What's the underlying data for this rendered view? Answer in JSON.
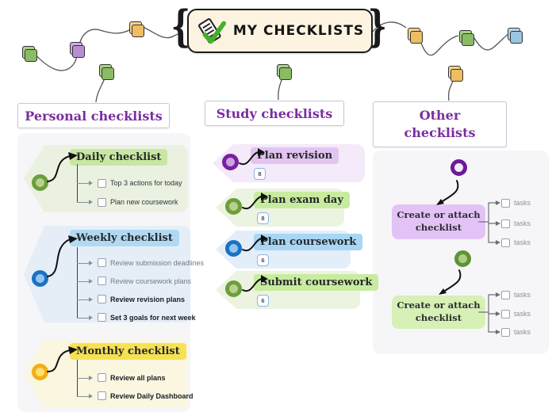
{
  "root": {
    "title": "My checklists",
    "brace_left": "{",
    "brace_right": "}"
  },
  "colors": {
    "header_text": "#7b2da0",
    "node_bg": "#fcf4e1",
    "panel_bg": "#f6f6f8",
    "green_highlight": "#c8e7a2",
    "blue_highlight": "#b2d9f2",
    "yellow_highlight": "#f6e155",
    "purple_highlight": "#e2c4f0",
    "check_green": "#43b02a"
  },
  "columns": [
    {
      "title": "Personal checklists",
      "sections": [
        {
          "title": "Daily checklist",
          "theme": "green",
          "tasks": [
            "Top 3 actions for today",
            "Plan new coursework"
          ]
        },
        {
          "title": "Weekly checklist",
          "theme": "blue",
          "tasks": [
            "Review submission deadlines",
            "Review coursework plans",
            "Review revision plans",
            "Set 3 goals for next week"
          ]
        },
        {
          "title": "Monthly checklist",
          "theme": "yellow",
          "tasks": [
            "Review all plans",
            "Review Daily Dashboard"
          ]
        }
      ]
    },
    {
      "title": "Study checklists",
      "items": [
        {
          "title": "Plan revision",
          "count": "8",
          "theme": "purple"
        },
        {
          "title": "Plan exam day",
          "count": "8",
          "theme": "green"
        },
        {
          "title": "Plan coursework",
          "count": "6",
          "theme": "blue"
        },
        {
          "title": "Submit coursework",
          "count": "6",
          "theme": "green"
        }
      ]
    },
    {
      "title": "Other checklists",
      "groups": [
        {
          "title": "Create or attach checklist",
          "theme": "purple",
          "tasks": [
            "tasks",
            "tasks",
            "tasks"
          ]
        },
        {
          "title": "Create or attach checklist",
          "theme": "green",
          "tasks": [
            "tasks",
            "tasks",
            "tasks"
          ]
        }
      ]
    }
  ]
}
